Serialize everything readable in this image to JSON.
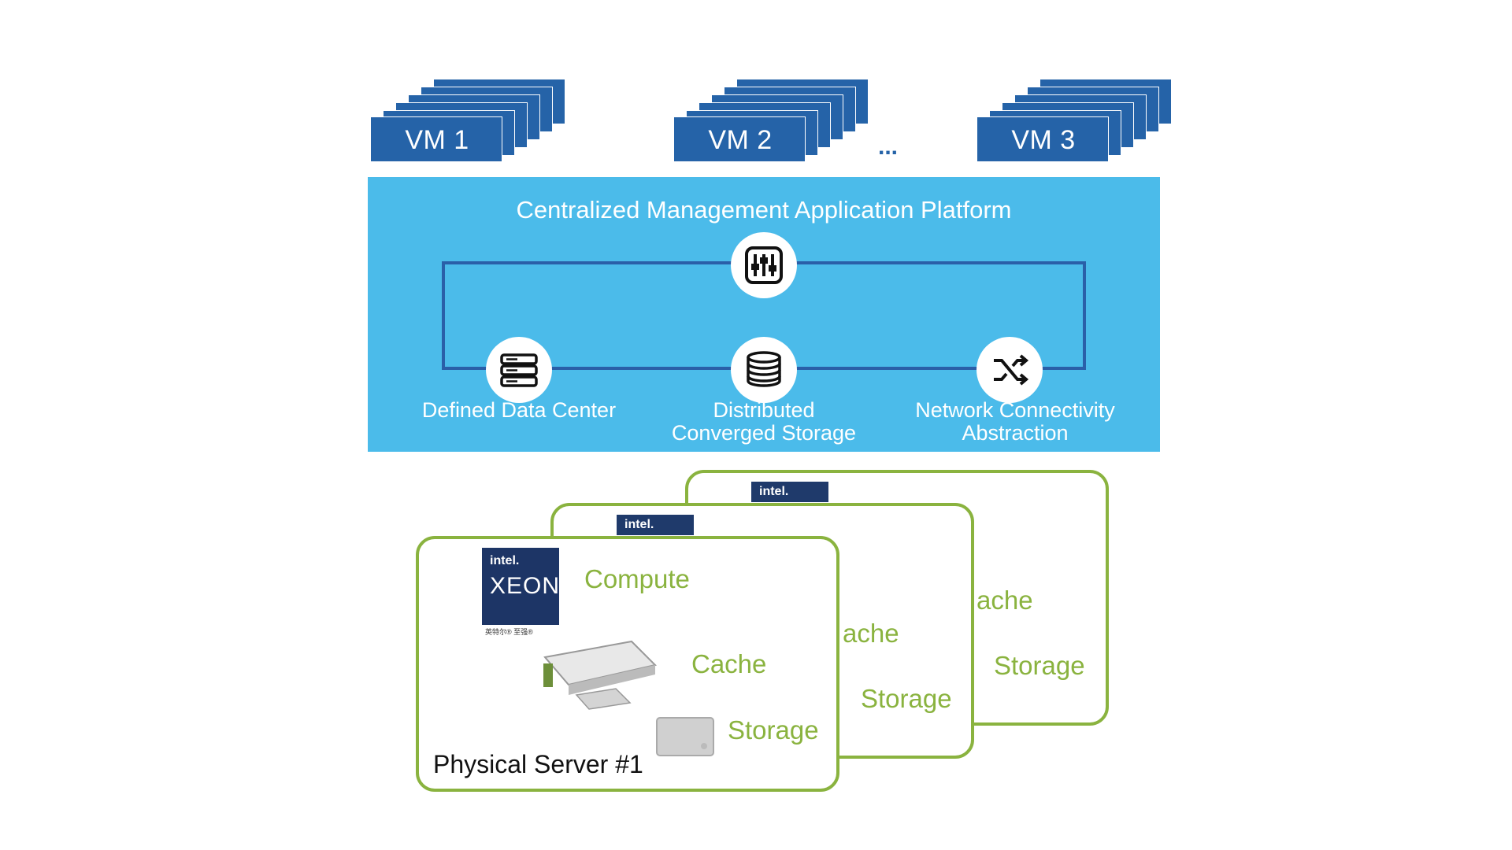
{
  "vms": [
    {
      "label": "VM 1"
    },
    {
      "label": "VM 2"
    },
    {
      "label": "VM 3"
    }
  ],
  "ellipsis": "...",
  "platform": {
    "title": "Centralized Management Application Platform",
    "nodes": [
      {
        "icon": "mixer-sliders-icon",
        "label_lines": []
      },
      {
        "icon": "server-rack-icon",
        "label_lines": [
          "Defined Data Center"
        ]
      },
      {
        "icon": "database-icon",
        "label_lines": [
          "Distributed",
          "Converged Storage"
        ]
      },
      {
        "icon": "shuffle-icon",
        "label_lines": [
          "Network Connectivity",
          "Abstraction"
        ]
      }
    ]
  },
  "servers": {
    "back": {
      "intel": "intel.",
      "cache": "ache",
      "storage": "Storage"
    },
    "middle": {
      "intel": "intel.",
      "cache": "ache",
      "storage": "Storage"
    },
    "front": {
      "badge_intel": "intel.",
      "badge_xeon": "XEON",
      "badge_sub": "英特尔® 至强®",
      "compute": "Compute",
      "cache": "Cache",
      "storage": "Storage",
      "name": "Physical Server #1"
    }
  },
  "colors": {
    "vm_blue": "#2563a8",
    "platform_cyan": "#4bbbea",
    "loop_blue": "#2a5fa8",
    "server_green": "#8ab33f",
    "intel_navy": "#1f3a6b"
  }
}
